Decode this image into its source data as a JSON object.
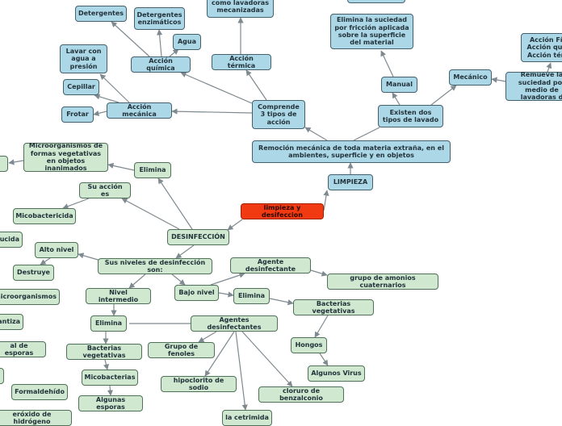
{
  "colors": {
    "limpieza_nodes": "#acd7e6",
    "desinfeccion_nodes": "#cfe8cf",
    "root_node": "#f23a12",
    "connector": "#7f8a90"
  },
  "root": {
    "label": "limpieza y desifeccion"
  },
  "limpieza": {
    "label": "LIMPIEZA",
    "definition": "Remoción mecánica de toda materia extraña, en el ambientes, superficie y en objetos",
    "comprende": "Comprende 3 tipos de acción",
    "accion_quimica": "Acción química",
    "detergentes": "Detergentes",
    "detergentes_enzimaticos": "Detergentes enzimáticos",
    "agua": "Agua",
    "accion_termica": "Acción térmica",
    "lavadoras_partial": "como lavadoras mecanizadas",
    "accion_mecanica": "Acción mecánica",
    "lavar_con_agua": "Lavar con agua a presión",
    "cepillar": "Cepillar",
    "frotar": "Frotar",
    "tipos_lavado": "Existen dos tipos de lavado",
    "manual": "Manual",
    "manual_desc": "Elimina la suciedad por fricción aplicada sobre la superficie del material",
    "mecanico": "Mecánico",
    "mecanico_desc": "Remueve la suciedad por medio de lavadoras d",
    "acciones_partial": "Acción Físi Acción quím Acción térm"
  },
  "desinfeccion": {
    "label": "DESINFECCIÓN",
    "elimina_top": "Elimina",
    "microorganismos": "Microorganismos de formas vegetativas en objetos inanimados",
    "accion_es": "Su acción es",
    "micobactericida": "Micobactericida",
    "fungicida_partial": "rucida",
    "niveles": "Sus niveles de desinfección son:",
    "alto_nivel": "Alto nivel",
    "destruye": "Destruye",
    "microorganismos_partial": "microorganismos",
    "garantiza_partial": "antiza",
    "esporas_partial": "al de esporas",
    "formaldehido": "Formaldehído",
    "peroxido_partial": "eróxido de hidrógeno",
    "nivel_intermedio": "Nivel intermedio",
    "elimina_mid": "Elimina",
    "bacterias_vegetativas_mid": "Bacterias vegetativas",
    "micobacterias": "Micobacterias",
    "algunas_esporas": "Algunas esporas",
    "agentes_desinfectantes": "Agentes desinfectantes",
    "grupo_fenoles": "Grupo de fenoles",
    "hipoclorito": "hipoclorito de sodio",
    "cloruro": "cloruro de benzalconio",
    "cetrimida": "la cetrimida",
    "bajo_nivel": "Bajo nivel",
    "agente_desinfectante": "Agente desinfectante",
    "amonios": "grupo de amonios cuaternarios",
    "elimina_low": "Elimina",
    "bacterias_vegetativas_low": "Bacterias vegetativas",
    "hongos": "Hongos",
    "algunos_virus": "Algunos Virus"
  }
}
